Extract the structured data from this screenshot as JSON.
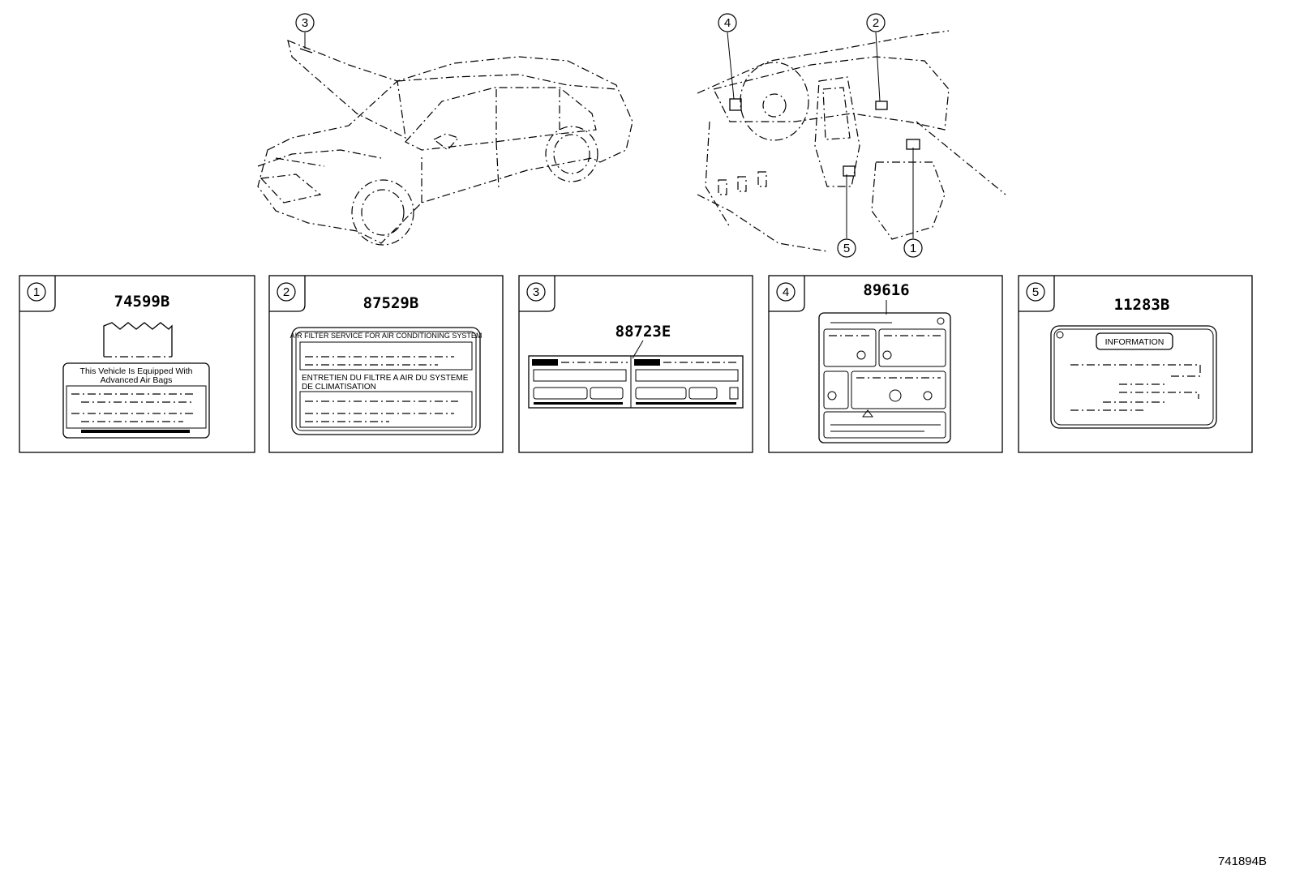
{
  "callouts": {
    "c1": "1",
    "c2": "2",
    "c3": "3",
    "c4": "4",
    "c5": "5"
  },
  "panels": [
    {
      "index": "1",
      "part_number": "74599B",
      "label_text_line1": "This Vehicle Is Equipped With",
      "label_text_line2": "Advanced  Air  Bags"
    },
    {
      "index": "2",
      "part_number": "87529B",
      "label_text_line1": "AIR FILTER SERVICE FOR AIR CONDITIONING SYSTEM",
      "label_text_line2": "ENTRETIEN DU FILTRE A AIR DU SYSTEME",
      "label_text_line3": "DE CLIMATISATION"
    },
    {
      "index": "3",
      "part_number": "88723E"
    },
    {
      "index": "4",
      "part_number": "89616"
    },
    {
      "index": "5",
      "part_number": "11283B",
      "label_text_line1": "INFORMATION"
    }
  ],
  "document_number": "741894B"
}
